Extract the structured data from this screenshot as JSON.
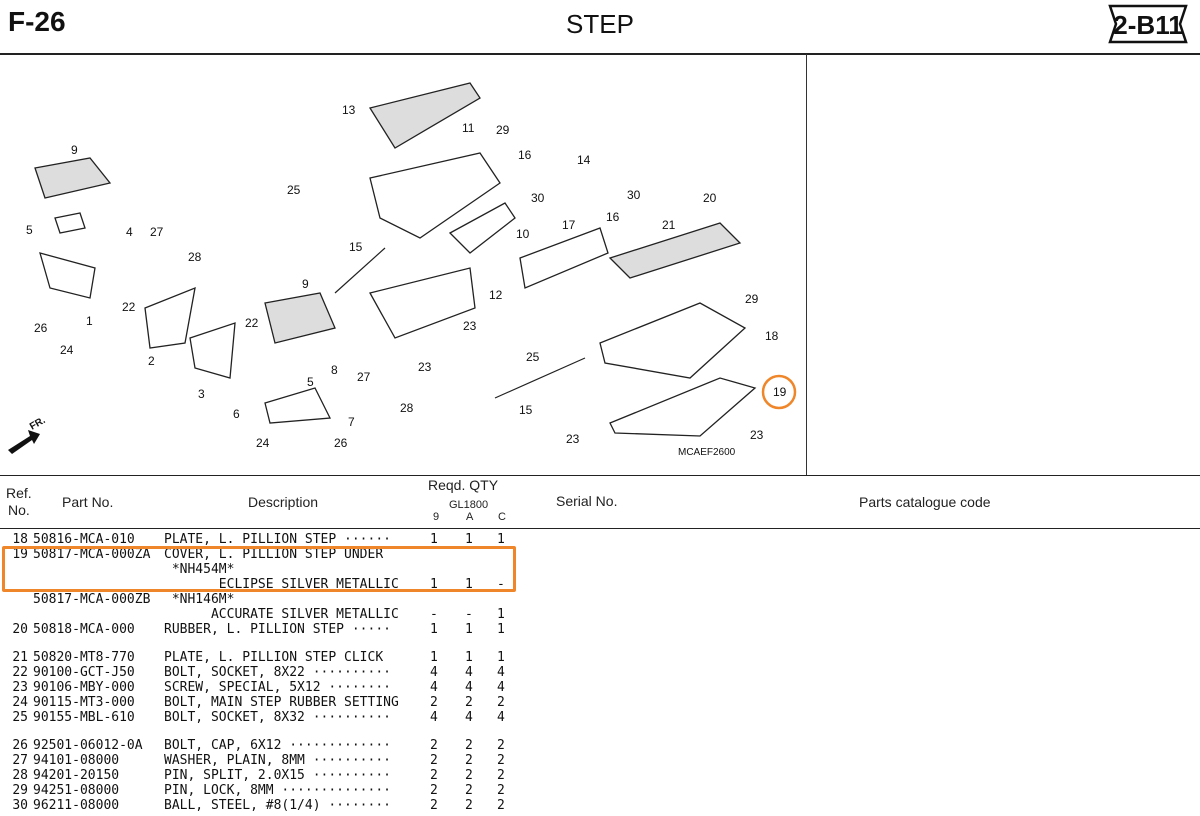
{
  "header": {
    "figure": "F-26",
    "title": "STEP",
    "badge": "2-B11"
  },
  "diagram": {
    "code": "MCAEF2600",
    "direction_label": "FR.",
    "callouts": [
      "13",
      "11",
      "29",
      "16",
      "14",
      "9",
      "30",
      "25",
      "20",
      "5",
      "4",
      "27",
      "16",
      "21",
      "28",
      "17",
      "10",
      "15",
      "22",
      "12",
      "29",
      "9",
      "1",
      "26",
      "22",
      "23",
      "24",
      "2",
      "25",
      "18",
      "3",
      "8",
      "27",
      "23",
      "6",
      "5",
      "15",
      "28",
      "19",
      "24",
      "26",
      "7",
      "23",
      "23"
    ],
    "highlighted_callout": "19",
    "highlight_color": "#f0862a"
  },
  "table": {
    "headers": {
      "ref": "Ref.",
      "ref2": "No.",
      "part_no": "Part No.",
      "description": "Description",
      "reqd_qty": "Reqd. QTY",
      "model": "GL1800",
      "cols": [
        "9",
        "A",
        "C"
      ],
      "serial": "Serial No.",
      "catalogue": "Parts catalogue code"
    },
    "rows": [
      {
        "ref": "18",
        "part": "50816-MCA-010",
        "desc": "PLATE, L. PILLION STEP ······",
        "q9": "1",
        "qa": "1",
        "qc": "1"
      },
      {
        "ref": "19",
        "part": "50817-MCA-000ZA",
        "desc": "COVER, L. PILLION STEP UNDER",
        "q9": "",
        "qa": "",
        "qc": ""
      },
      {
        "ref": "",
        "part": "",
        "desc": " *NH454M*",
        "q9": "",
        "qa": "",
        "qc": ""
      },
      {
        "ref": "",
        "part": "",
        "desc": "       ECLIPSE SILVER METALLIC",
        "q9": "1",
        "qa": "1",
        "qc": "-"
      },
      {
        "ref": "",
        "part": "50817-MCA-000ZB",
        "desc": " *NH146M*",
        "q9": "",
        "qa": "",
        "qc": ""
      },
      {
        "ref": "",
        "part": "",
        "desc": "      ACCURATE SILVER METALLIC",
        "q9": "-",
        "qa": "-",
        "qc": "1"
      },
      {
        "ref": "20",
        "part": "50818-MCA-000",
        "desc": "RUBBER, L. PILLION STEP ·····",
        "q9": "1",
        "qa": "1",
        "qc": "1"
      },
      {
        "ref": "",
        "part": "",
        "desc": "",
        "q9": "",
        "qa": "",
        "qc": ""
      },
      {
        "ref": "21",
        "part": "50820-MT8-770",
        "desc": "PLATE, L. PILLION STEP CLICK",
        "q9": "1",
        "qa": "1",
        "qc": "1"
      },
      {
        "ref": "22",
        "part": "90100-GCT-J50",
        "desc": "BOLT, SOCKET, 8X22 ··········",
        "q9": "4",
        "qa": "4",
        "qc": "4"
      },
      {
        "ref": "23",
        "part": "90106-MBY-000",
        "desc": "SCREW, SPECIAL, 5X12 ········",
        "q9": "4",
        "qa": "4",
        "qc": "4"
      },
      {
        "ref": "24",
        "part": "90115-MT3-000",
        "desc": "BOLT, MAIN STEP RUBBER SETTING",
        "q9": "2",
        "qa": "2",
        "qc": "2"
      },
      {
        "ref": "25",
        "part": "90155-MBL-610",
        "desc": "BOLT, SOCKET, 8X32 ··········",
        "q9": "4",
        "qa": "4",
        "qc": "4"
      },
      {
        "ref": "",
        "part": "",
        "desc": "",
        "q9": "",
        "qa": "",
        "qc": ""
      },
      {
        "ref": "26",
        "part": "92501-06012-0A",
        "desc": "BOLT, CAP, 6X12 ·············",
        "q9": "2",
        "qa": "2",
        "qc": "2"
      },
      {
        "ref": "27",
        "part": "94101-08000",
        "desc": "WASHER, PLAIN, 8MM ··········",
        "q9": "2",
        "qa": "2",
        "qc": "2"
      },
      {
        "ref": "28",
        "part": "94201-20150",
        "desc": "PIN, SPLIT, 2.0X15 ··········",
        "q9": "2",
        "qa": "2",
        "qc": "2"
      },
      {
        "ref": "29",
        "part": "94251-08000",
        "desc": "PIN, LOCK, 8MM ··············",
        "q9": "2",
        "qa": "2",
        "qc": "2"
      },
      {
        "ref": "30",
        "part": "96211-08000",
        "desc": "BALL, STEEL, #8(1/4) ········",
        "q9": "2",
        "qa": "2",
        "qc": "2"
      }
    ]
  }
}
